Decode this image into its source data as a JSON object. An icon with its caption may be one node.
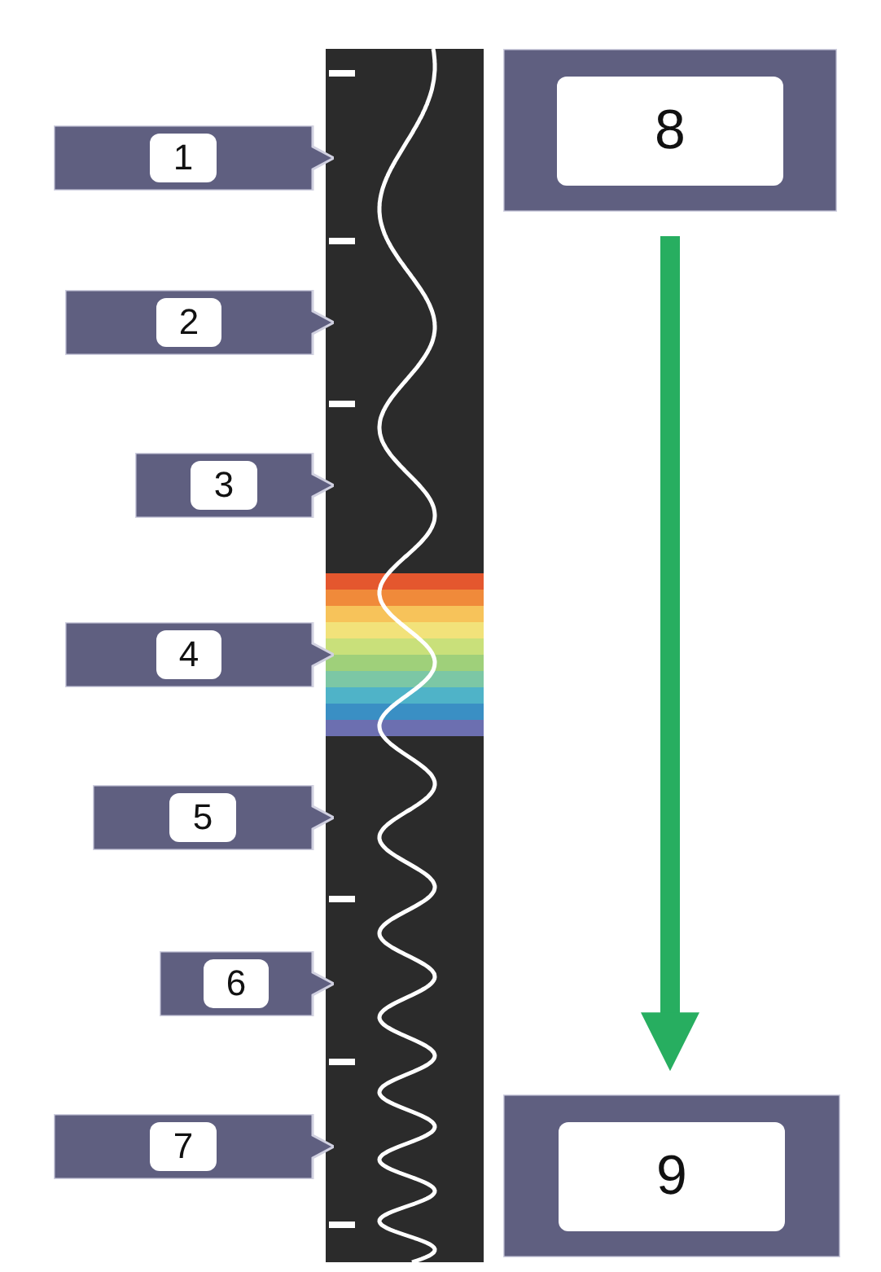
{
  "diagram": {
    "nodes": [
      {
        "text": [
          "1"
        ]
      },
      {
        "text": [
          "2"
        ]
      },
      {
        "text": [
          "3"
        ]
      },
      {
        "text": [
          "4"
        ]
      },
      {
        "text": [
          "5"
        ]
      },
      {
        "text": [
          "6"
        ]
      },
      {
        "text": [
          "7"
        ]
      },
      {
        "text": [
          "8"
        ]
      },
      {
        "text": [
          "9"
        ]
      }
    ],
    "edges": [
      {
        "from": 7,
        "to": 8,
        "arrow": "to",
        "color": "#27ae60"
      }
    ]
  }
}
